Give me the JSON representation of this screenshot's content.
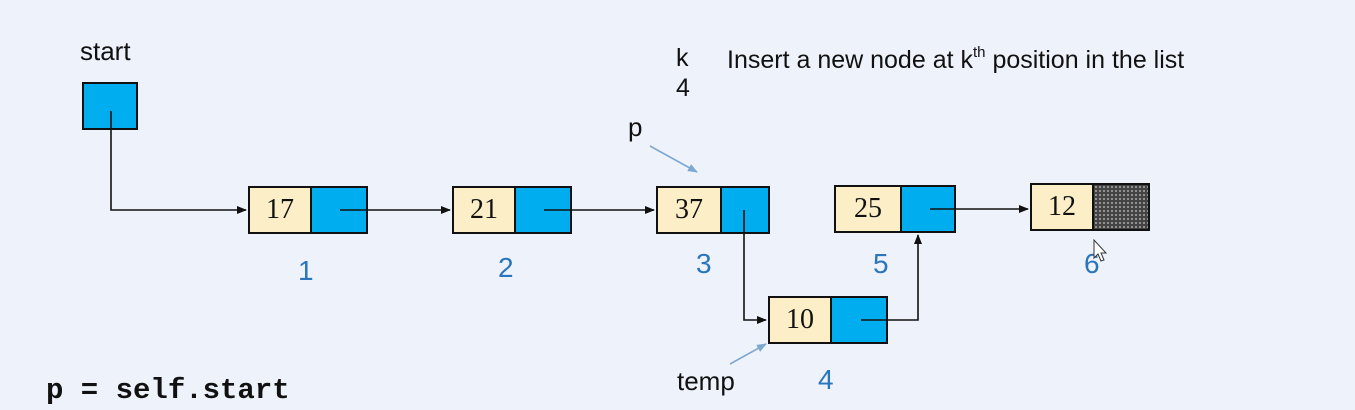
{
  "labels": {
    "start": "start",
    "k": "k",
    "k_value": "4",
    "caption_before": "Insert a new node at k",
    "caption_sup": "th",
    "caption_after": " position in the list",
    "p": "p",
    "temp": "temp"
  },
  "nodes": [
    {
      "info": "17",
      "position": "1"
    },
    {
      "info": "21",
      "position": "2"
    },
    {
      "info": "37",
      "position": "3"
    },
    {
      "info": "10",
      "position": "4"
    },
    {
      "info": "25",
      "position": "5"
    },
    {
      "info": "12",
      "position": "6"
    }
  ],
  "code": "p = self.start",
  "colors": {
    "background": "#eef2fb",
    "link_box": "#00aeef",
    "info_box": "#fcefc8",
    "position_number": "#2a75bb",
    "pointer_arrow": "#7fa8d0"
  }
}
